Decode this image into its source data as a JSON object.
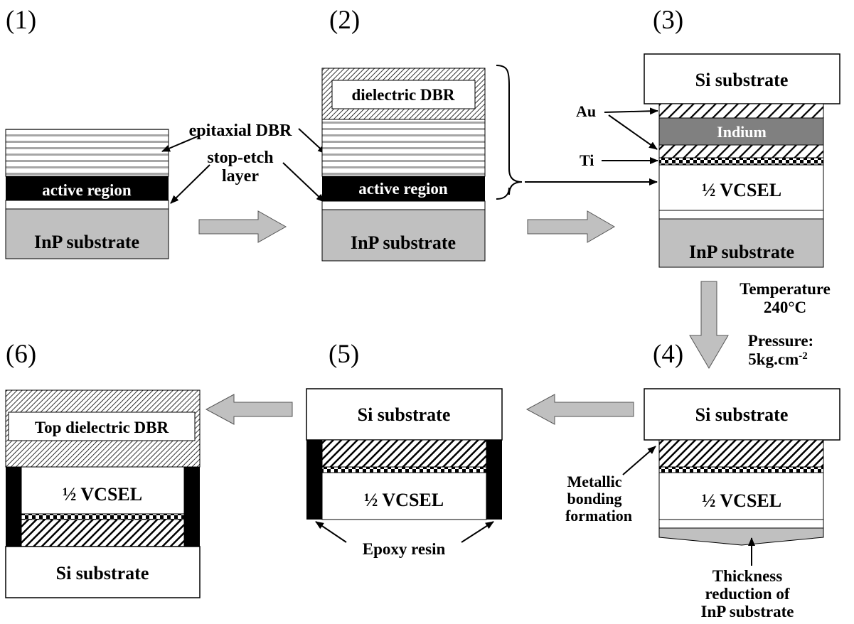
{
  "steps": {
    "s1": "(1)",
    "s2": "(2)",
    "s3": "(3)",
    "s4": "(4)",
    "s5": "(5)",
    "s6": "(6)"
  },
  "labels": {
    "epitaxial_dbr": "epitaxial DBR",
    "stop_etch_line1": "stop-etch",
    "stop_etch_line2": "layer",
    "active_region": "active region",
    "inp_substrate": "InP substrate",
    "dielectric_dbr": "dielectric DBR",
    "si_substrate": "Si substrate",
    "au": "Au",
    "ti": "Ti",
    "indium": "Indium",
    "half_vcsel": "½ VCSEL",
    "temperature_line1": "Temperature",
    "temperature_line2": "240°C",
    "pressure_line1": "Pressure:",
    "pressure_line2": "5kg.cm",
    "pressure_sup": "-2",
    "metallic_line1": "Metallic",
    "metallic_line2": "bonding",
    "metallic_line3": "formation",
    "thickness_line1": "Thickness",
    "thickness_line2": "reduction of",
    "thickness_line3": "InP substrate",
    "epoxy_resin": "Epoxy resin",
    "top_dielectric_dbr": "Top dielectric DBR"
  },
  "colors": {
    "substrate_gray": "#c0c0c0",
    "indium_gray": "#808080",
    "arrow_gray": "#c0c0c0",
    "active_black": "#000000",
    "dbr_line_gray": "#a6a6a6"
  }
}
